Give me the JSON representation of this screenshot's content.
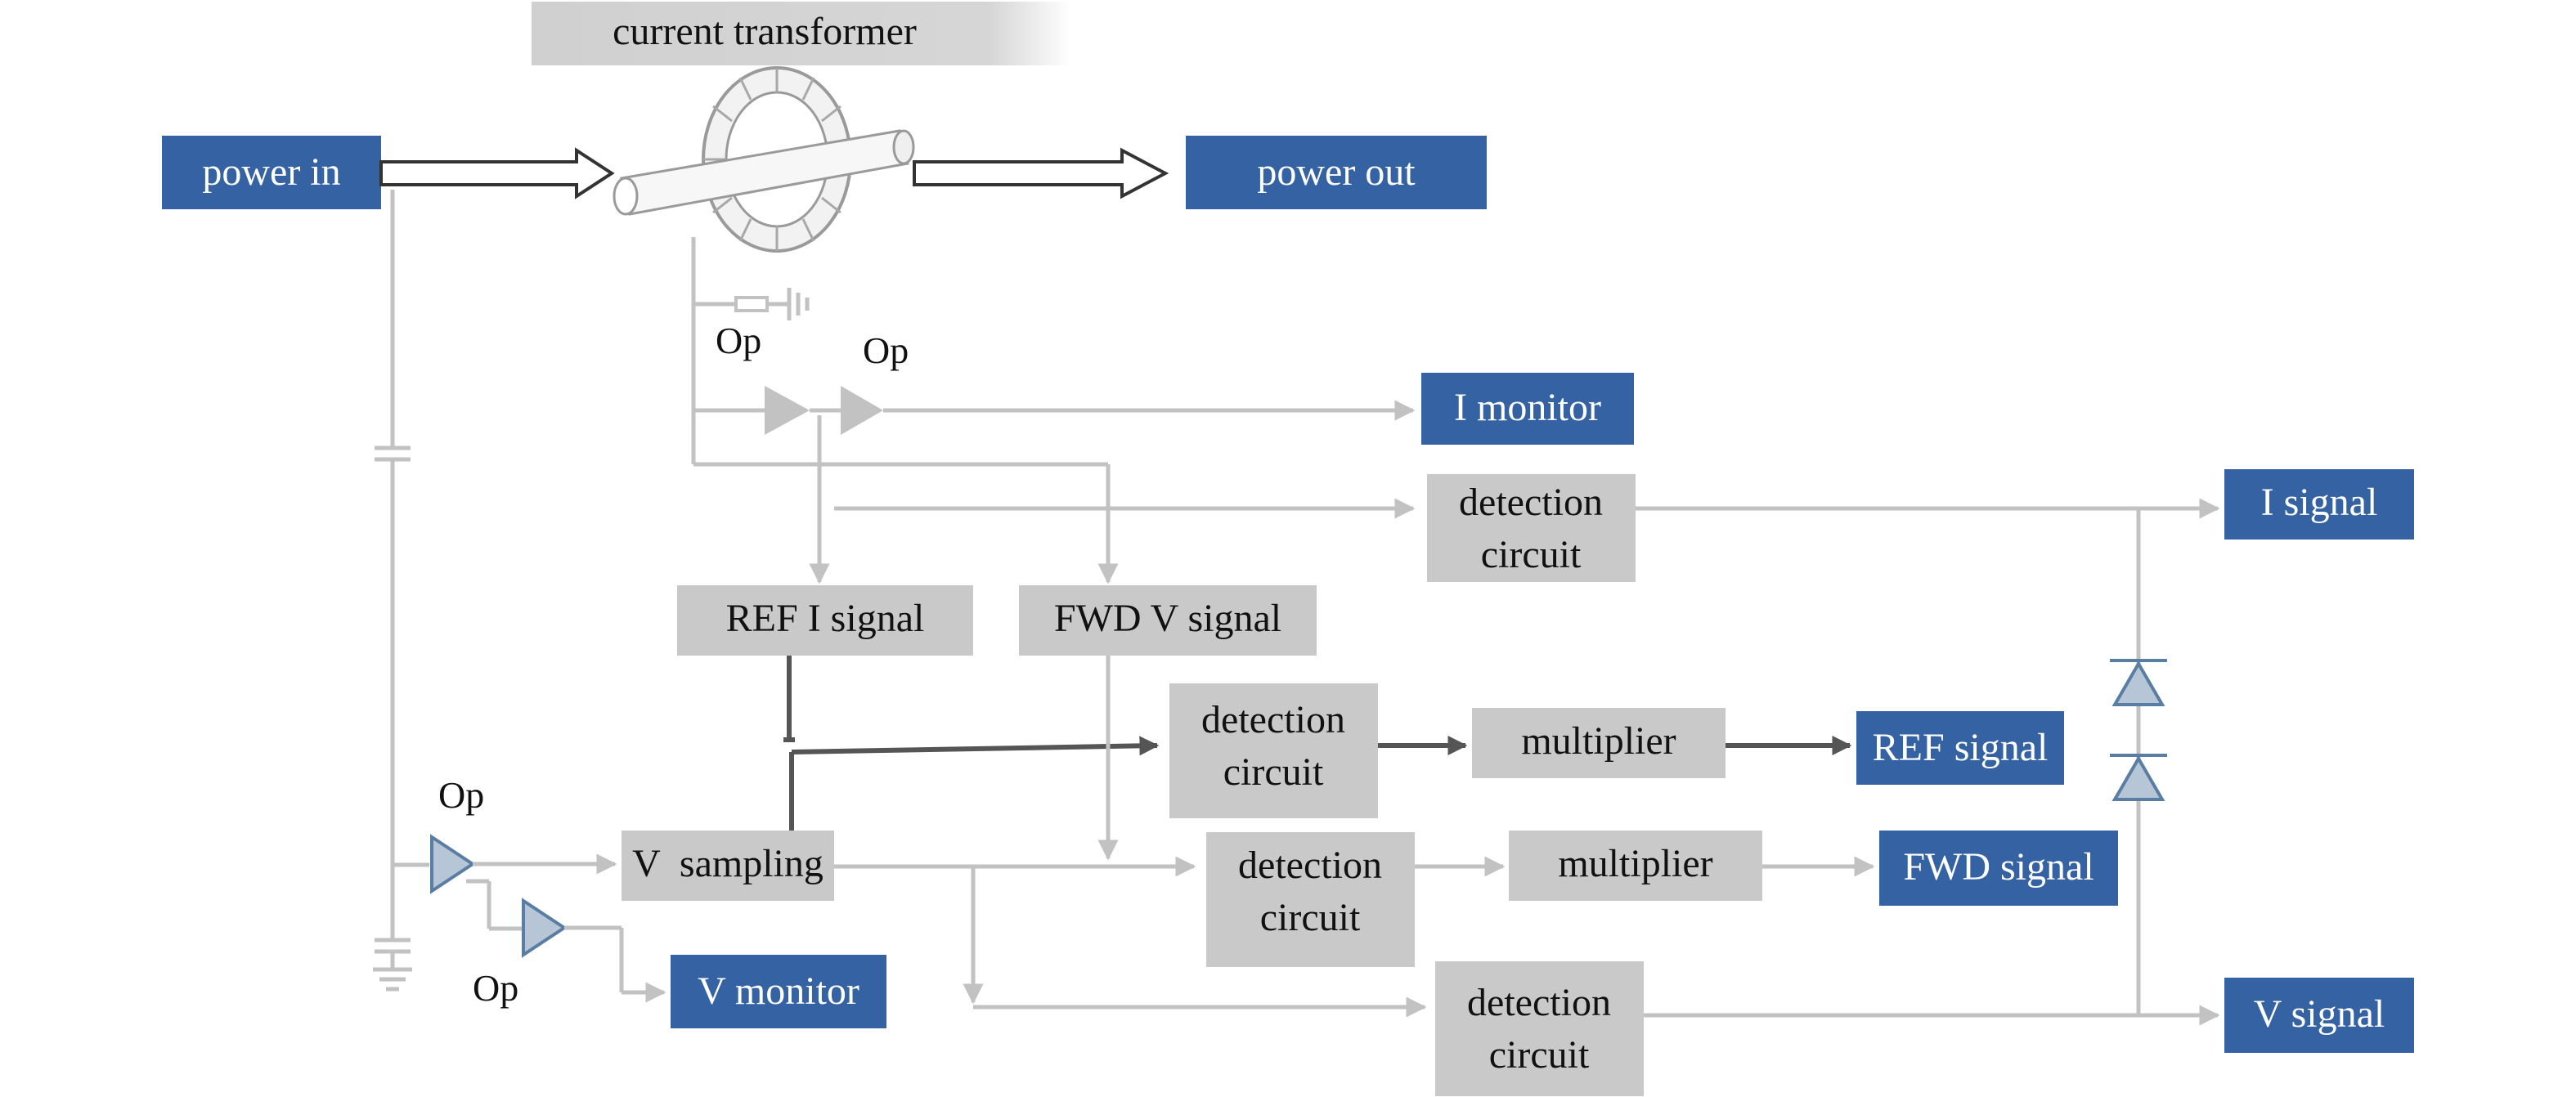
{
  "diagram": {
    "current_transformer": "current transformer",
    "power_in": "power in",
    "power_out": "power out",
    "i_monitor": "I monitor",
    "i_signal": "I signal",
    "ref_i_signal": "REF I signal",
    "fwd_v_signal": "FWD V signal",
    "detection_circuit_top_line1": "detection",
    "detection_circuit_top_line2": "circuit",
    "detection_circuit_ref_line1": "detection",
    "detection_circuit_ref_line2": "circuit",
    "detection_circuit_fwd_line1": "detection",
    "detection_circuit_fwd_line2": "circuit",
    "detection_circuit_v_line1": "detection",
    "detection_circuit_v_line2": "circuit",
    "multiplier_ref": "multiplier",
    "multiplier_fwd": "multiplier",
    "ref_signal": "REF signal",
    "fwd_signal": "FWD signal",
    "v_signal": "V signal",
    "v_sampling": "V  sampling",
    "v_monitor": "V monitor",
    "op_labels": [
      "Op",
      "Op",
      "Op",
      "Op"
    ]
  },
  "colors": {
    "blue_box": "#3462a3",
    "gray_box": "#c9c9c9",
    "wire": "#c2c2c2",
    "wire_dark": "#555555"
  }
}
